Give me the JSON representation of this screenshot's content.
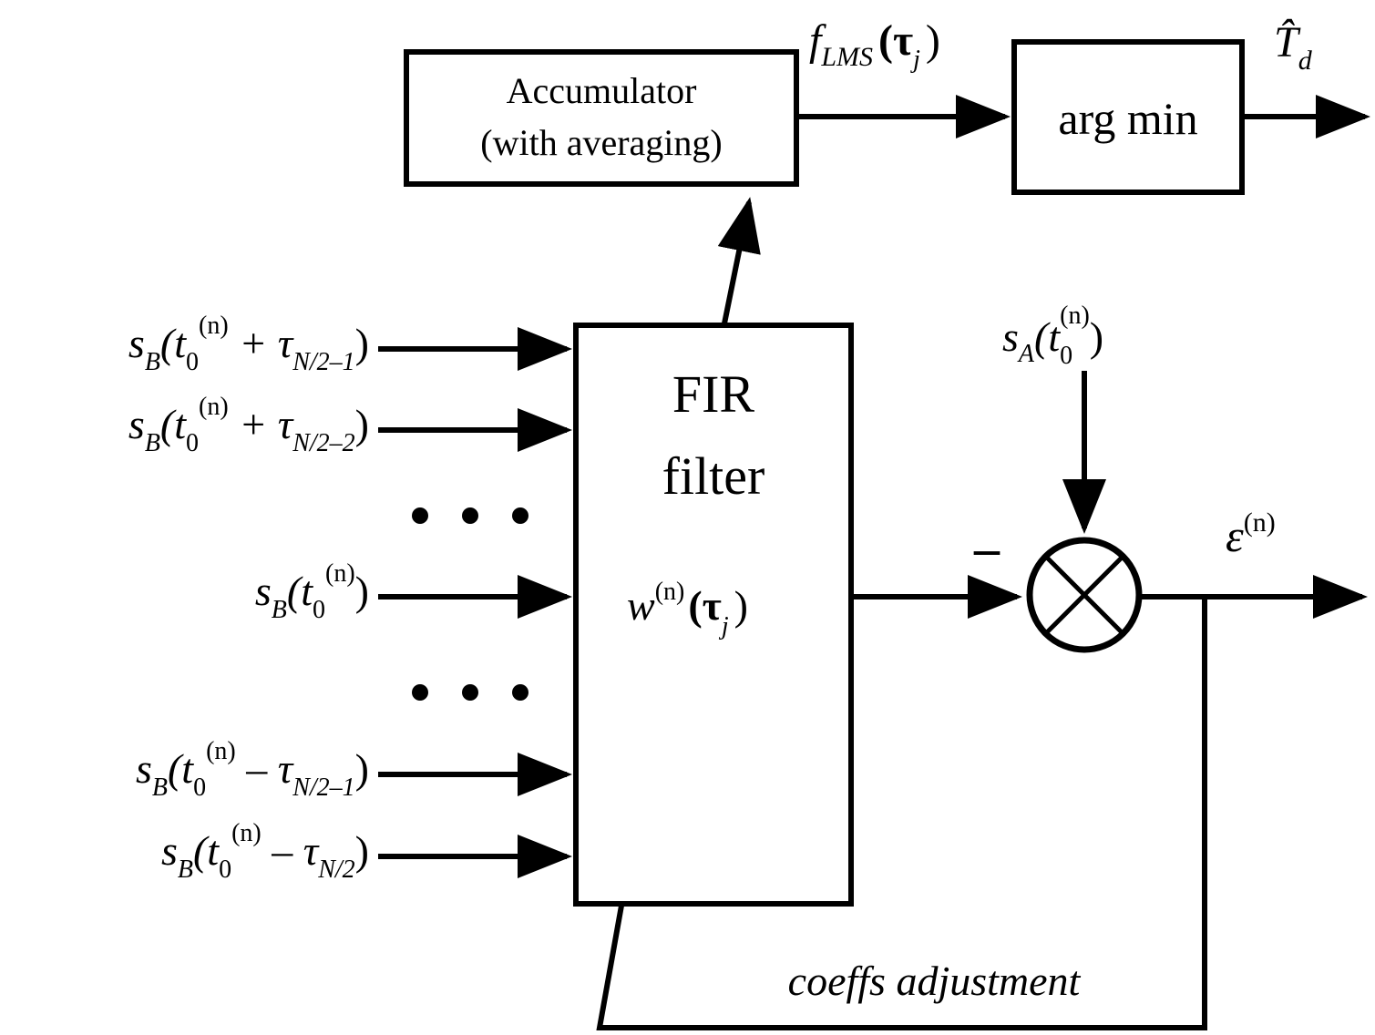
{
  "blocks": {
    "accumulator": {
      "line1": "Accumulator",
      "line2": "(with averaging)"
    },
    "argmin": {
      "label": "arg min"
    },
    "fir": {
      "line1": "FIR",
      "line2": "filter"
    },
    "summer": {
      "symbol": "⊗"
    }
  },
  "signals": {
    "f_lms": {
      "base": "f",
      "sub": "LMS",
      "arg": "(τ",
      "arg_sub": "j",
      "close": ")"
    },
    "t_hat": {
      "base": "T̂",
      "sub": "d"
    },
    "weights": {
      "base": "w",
      "sup": "(n)",
      "arg": "(τ",
      "arg_sub": "j",
      "close": ")"
    },
    "sa": {
      "base": "s",
      "sub": "A",
      "open": "(t",
      "t_sub": "0",
      "t_sup": "(n)",
      "close": ")"
    },
    "epsilon": {
      "base": "ε",
      "sup": "(n)"
    },
    "minus_sign": "–",
    "feedback": "coeffs adjustment"
  },
  "inputs": [
    {
      "base": "s",
      "sub": "B",
      "open": "(t",
      "t_sub": "0",
      "t_sup": "(n)",
      "op": " + τ",
      "tau_sub": "N/2–1",
      "close": ")"
    },
    {
      "base": "s",
      "sub": "B",
      "open": "(t",
      "t_sub": "0",
      "t_sup": "(n)",
      "op": " + τ",
      "tau_sub": "N/2–2",
      "close": ")"
    },
    {
      "base": "s",
      "sub": "B",
      "open": "(t",
      "t_sub": "0",
      "t_sup": "(n)",
      "op": "",
      "tau_sub": "",
      "close": ")"
    },
    {
      "base": "s",
      "sub": "B",
      "open": "(t",
      "t_sub": "0",
      "t_sup": "(n)",
      "op": " – τ",
      "tau_sub": "N/2–1",
      "close": ")"
    },
    {
      "base": "s",
      "sub": "B",
      "open": "(t",
      "t_sub": "0",
      "t_sup": "(n)",
      "op": " – τ",
      "tau_sub": "N/2",
      "close": ")"
    }
  ],
  "ellipsis": "• • •"
}
